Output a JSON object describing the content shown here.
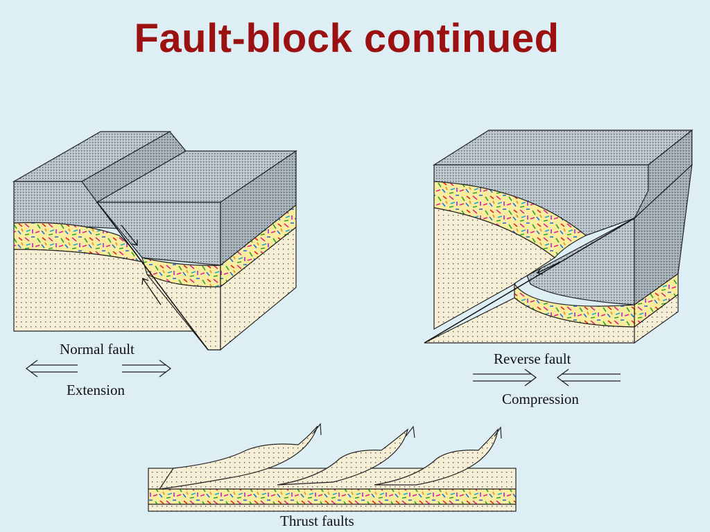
{
  "slide": {
    "title": "Fault-block continued"
  },
  "normal_fault": {
    "caption": "Normal fault",
    "force": "Extension"
  },
  "reverse_fault": {
    "caption": "Reverse fault",
    "force": "Compression"
  },
  "thrust_faults": {
    "caption": "Thrust faults"
  },
  "colors": {
    "title": "#9b1111",
    "background": "#ddeef4",
    "top_layer": "#b9c4cc",
    "sand_layer": "#f6efd6",
    "conglomerate_layer": "#f8ec9e"
  }
}
